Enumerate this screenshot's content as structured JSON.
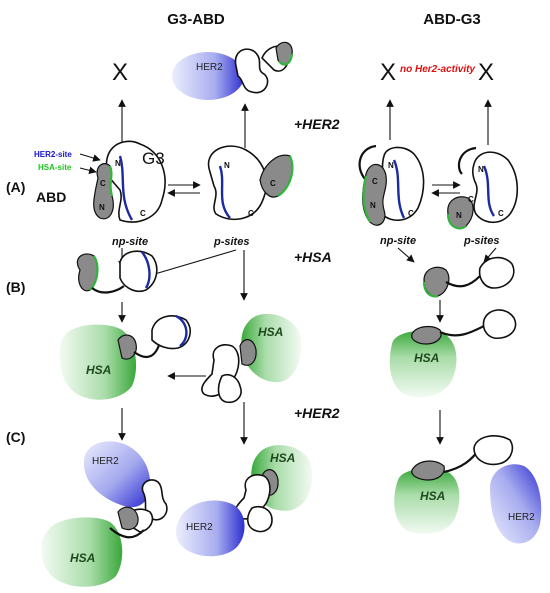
{
  "panels": {
    "left_title": "G3-ABD",
    "right_title": "ABD-G3"
  },
  "rows": {
    "a": "(A)",
    "b": "(B)",
    "c": "(C)"
  },
  "conditions": {
    "her2_top": "+HER2",
    "hsa": "+HSA",
    "her2_bottom": "+HER2"
  },
  "labels": {
    "her2_site": "HER2-site",
    "hsa_site": "HSA-site",
    "abd": "ABD",
    "g3": "G3",
    "np_site": "np-site",
    "p_sites": "p-sites",
    "no_activity": "no Her2-activity",
    "x": "X",
    "n": "N",
    "c": "C"
  },
  "proteins": {
    "her2": "HER2",
    "hsa": "HSA"
  },
  "colors": {
    "her2_blue": "#3b3bd6",
    "hsa_green": "#3caa3c",
    "her2_site_text": "#1515d0",
    "hsa_site_text": "#20c020",
    "no_activity_text": "#e01010",
    "abd_gray": "#8a8a8a"
  }
}
